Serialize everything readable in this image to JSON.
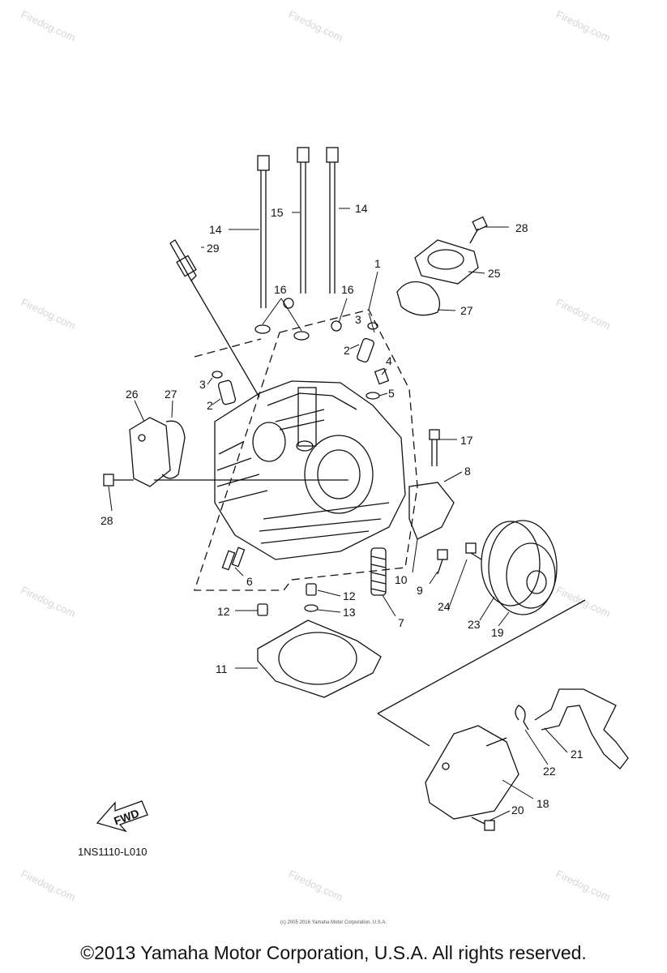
{
  "diagram_code": "1NS1110-L010",
  "fwd_label": "FWD",
  "watermark": "Firedog.com",
  "copyright": "©2013 Yamaha Motor Corporation, U.S.A. All rights reserved.",
  "fine_print": "(c) 2005 2016 Yamaha Motor Corporation, U.S.A.",
  "callouts": {
    "c1": "1",
    "c2a": "2",
    "c2b": "2",
    "c3a": "3",
    "c3b": "3",
    "c4": "4",
    "c5": "5",
    "c6": "6",
    "c7": "7",
    "c8": "8",
    "c9": "9",
    "c10": "10",
    "c11": "11",
    "c12a": "12",
    "c12b": "12",
    "c13": "13",
    "c14a": "14",
    "c14b": "14",
    "c15": "15",
    "c16a": "16",
    "c16b": "16",
    "c17": "17",
    "c18": "18",
    "c19": "19",
    "c20": "20",
    "c21": "21",
    "c22": "22",
    "c23": "23",
    "c24": "24",
    "c25": "25",
    "c26": "26",
    "c27a": "27",
    "c27b": "27",
    "c28a": "28",
    "c28b": "28",
    "c29": "29"
  }
}
